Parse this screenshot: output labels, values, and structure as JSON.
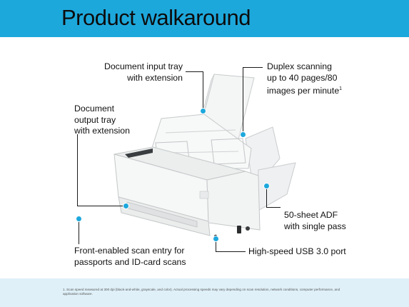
{
  "banner": {
    "title": "Product walkaround",
    "color": "#1da8dc"
  },
  "callouts": {
    "input_tray": {
      "line1": "Document input tray",
      "line2": "with extension"
    },
    "duplex": {
      "line1": "Duplex scanning",
      "line2": "up to 40 pages/80",
      "line3": "images per minute",
      "footnote_mark": "1"
    },
    "output_tray": {
      "line1": "Document",
      "line2": "output tray",
      "line3": "with extension"
    },
    "adf": {
      "line1": "50-sheet ADF",
      "line2": "with single pass"
    },
    "front_entry": {
      "line1": "Front-enabled scan entry for",
      "line2": "passports and ID-card scans"
    },
    "usb": {
      "line1": "High-speed USB 3.0 port"
    }
  },
  "footer": {
    "note": "1. Scan speed measured at 300 dpi (black-and-white, grayscale, and color). Actual processing speeds may vary depending on scan resolution, network conditions, computer performance, and application software.",
    "color": "#dff0f8"
  }
}
